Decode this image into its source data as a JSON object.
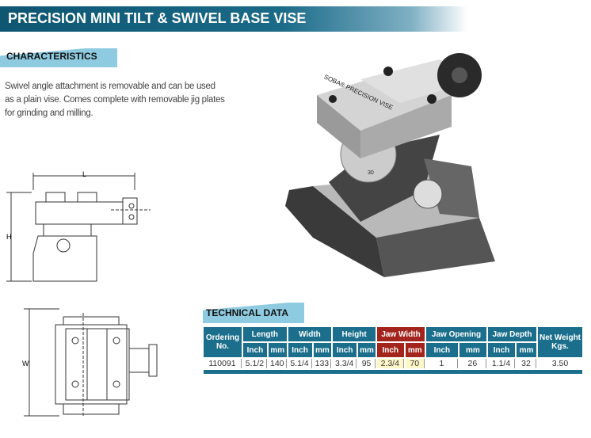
{
  "header": {
    "title": "PRECISION MINI TILT & SWIVEL BASE VISE"
  },
  "characteristics": {
    "heading": "CHARACTERISTICS",
    "text": "Swivel angle attachment is removable and can be used as a plain vise. Comes complete with removable jig plates for grinding and milling."
  },
  "drawing": {
    "dim_l": "L",
    "dim_h": "H",
    "dim_w": "W"
  },
  "photo": {
    "plate_text": "SOBA® PRECISION VISE",
    "dial_text": "30"
  },
  "technical": {
    "heading": "TECHNICAL DATA",
    "columns": {
      "ordering": "Ordering No.",
      "length": "Length",
      "width": "Width",
      "height": "Height",
      "jaw_width": "Jaw Width",
      "jaw_opening": "Jaw Opening",
      "jaw_depth": "Jaw Depth",
      "net_weight": "Net Weight Kgs.",
      "inch": "Inch",
      "mm": "mm"
    },
    "row": {
      "ordering": "110091",
      "length_in": "5.1/2",
      "length_mm": "140",
      "width_in": "5.1/4",
      "width_mm": "133",
      "height_in": "3.3/4",
      "height_mm": "95",
      "jaw_width_in": "2.3/4",
      "jaw_width_mm": "70",
      "jaw_opening_in": "1",
      "jaw_opening_mm": "26",
      "jaw_depth_in": "1.1/4",
      "jaw_depth_mm": "32",
      "net_weight": "3.50"
    }
  }
}
